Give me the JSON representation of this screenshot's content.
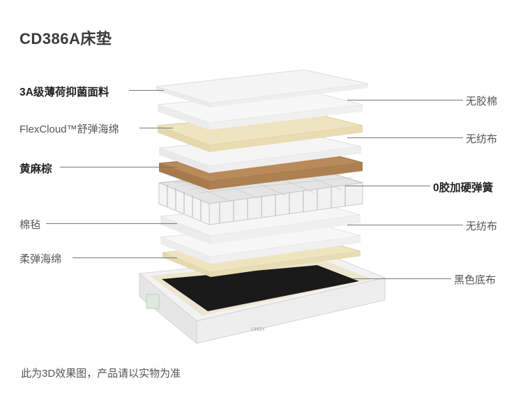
{
  "title": "CD386A床垫",
  "left_labels": [
    {
      "text": "3A级薄荷抑菌面料",
      "bold": true
    },
    {
      "text": "FlexCloud™舒弹海绵",
      "bold": false
    },
    {
      "text": "黄麻棕",
      "bold": true
    },
    {
      "text": "棉毡",
      "bold": false
    },
    {
      "text": "柔弹海绵",
      "bold": false
    }
  ],
  "right_labels": [
    {
      "text": "无胶棉",
      "bold": false
    },
    {
      "text": "无纺布",
      "bold": false
    },
    {
      "text": "0胶加硬弹簧",
      "bold": true
    },
    {
      "text": "无纺布",
      "bold": false
    },
    {
      "text": "黑色底布",
      "bold": false
    }
  ],
  "brand_mark": "LINSY",
  "footer": "此为3D效果图，产品请以实物为准",
  "colors": {
    "fabric": "#f4f4f4",
    "foam_yellow": "#efe4c0",
    "coir_brown": "#b98a5a",
    "felt_white": "#f6f6f6",
    "base_black": "#1a1a1a",
    "spring_grey": "#bdbdbd"
  }
}
